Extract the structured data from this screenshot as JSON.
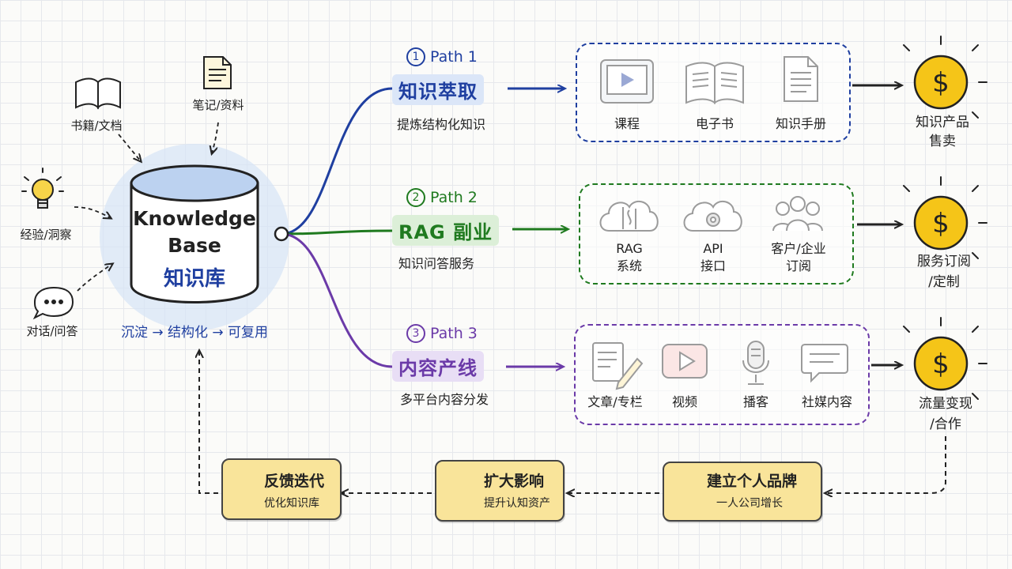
{
  "knowledge_base": {
    "title_line1": "Knowledge",
    "title_line2": "Base",
    "title_cn": "知识库",
    "caption": "沉淀 → 结构化 → 可复用"
  },
  "sources": [
    {
      "label": "书籍/文档",
      "icon": "open-book-icon"
    },
    {
      "label": "笔记/资料",
      "icon": "note-document-icon"
    },
    {
      "label": "经验/洞察",
      "icon": "lightbulb-icon"
    },
    {
      "label": "对话/问答",
      "icon": "chat-bubble-icon"
    }
  ],
  "paths": [
    {
      "number": "1",
      "path_label": "Path 1",
      "title": "知识萃取",
      "subtitle": "提炼结构化知识",
      "color": "#1f3fa0",
      "pill_bg": "#dbe6f8",
      "items": [
        {
          "label": "课程",
          "icon": "video-screen-icon"
        },
        {
          "label": "电子书",
          "icon": "ebook-icon"
        },
        {
          "label": "知识手册",
          "icon": "manual-document-icon"
        }
      ],
      "outcome": [
        "知识产品",
        "售卖"
      ]
    },
    {
      "number": "2",
      "path_label": "Path 2",
      "title": "RAG 副业",
      "subtitle": "知识问答服务",
      "color": "#1f7a1f",
      "pill_bg": "#dcefd8",
      "items": [
        {
          "label": "RAG\n系统",
          "icon": "cloud-brain-icon"
        },
        {
          "label": "API\n接口",
          "icon": "cloud-gear-icon"
        },
        {
          "label": "客户/企业\n订阅",
          "icon": "people-group-icon"
        }
      ],
      "outcome": [
        "服务订阅",
        "/定制"
      ]
    },
    {
      "number": "3",
      "path_label": "Path 3",
      "title": "内容产线",
      "subtitle": "多平台内容分发",
      "color": "#6b3aa8",
      "pill_bg": "#e8def5",
      "items": [
        {
          "label": "文章/专栏",
          "icon": "article-pencil-icon"
        },
        {
          "label": "视频",
          "icon": "video-play-icon"
        },
        {
          "label": "播客",
          "icon": "microphone-icon"
        },
        {
          "label": "社媒内容",
          "icon": "social-chat-icon"
        }
      ],
      "outcome": [
        "流量变现",
        "/合作"
      ]
    }
  ],
  "feedback": [
    {
      "title": "建立个人品牌",
      "subtitle": "一人公司增长",
      "icon": "person-icon"
    },
    {
      "title": "扩大影响",
      "subtitle": "提升认知资产",
      "icon": "growth-chart-icon"
    },
    {
      "title": "反馈迭代",
      "subtitle": "优化知识库",
      "icon": "refresh-cycle-icon"
    }
  ],
  "colors": {
    "coin": "#f5c518",
    "feedback_box": "#f9e49a",
    "kb_title": "#1f3fa0"
  }
}
